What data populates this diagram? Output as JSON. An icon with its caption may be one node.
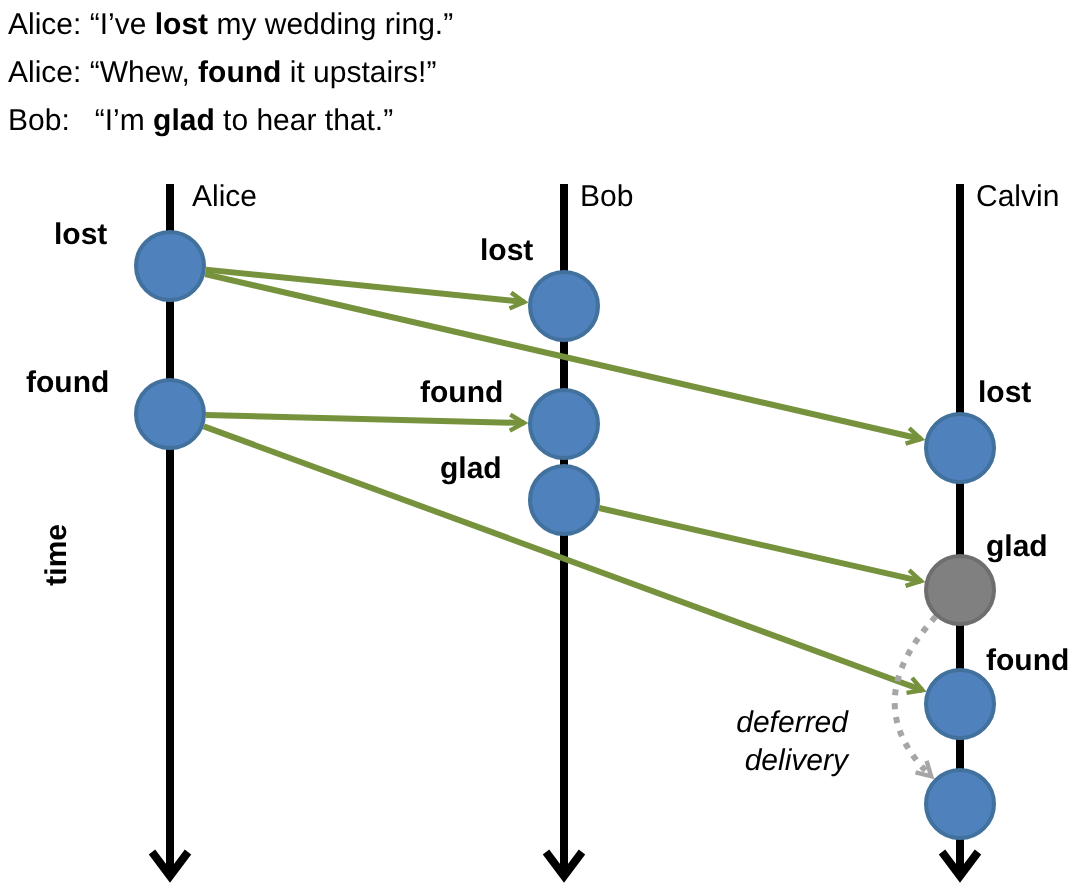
{
  "diagram": {
    "nodes": [
      {
        "text": [],
        "shape": "circle",
        "beside": [
          "lost"
        ]
      },
      {
        "text": [],
        "shape": "circle",
        "beside": [
          "found"
        ]
      },
      {
        "text": [],
        "shape": "circle",
        "beside": [
          "lost"
        ]
      },
      {
        "text": [],
        "shape": "circle",
        "beside": [
          "found"
        ]
      },
      {
        "text": [],
        "shape": "circle",
        "beside": [
          "glad"
        ]
      },
      {
        "text": [],
        "shape": "circle",
        "beside": [
          "lost"
        ]
      },
      {
        "text": [],
        "shape": "circle",
        "beside": [
          "glad"
        ]
      },
      {
        "text": [],
        "shape": "circle",
        "beside": [
          "found"
        ]
      },
      {
        "text": [],
        "shape": "circle"
      }
    ],
    "edges": [
      {
        "from": 0,
        "to": 2,
        "arrow": "to"
      },
      {
        "from": 0,
        "to": 5,
        "arrow": "to"
      },
      {
        "from": 1,
        "to": 3,
        "arrow": "to"
      },
      {
        "from": 1,
        "to": 7,
        "arrow": "to"
      },
      {
        "from": 4,
        "to": 6,
        "arrow": "to"
      },
      {
        "from": 6,
        "to": 8,
        "arrow": "to",
        "label": "deferred delivery",
        "style": "dashed",
        "color": "#a6a6a6"
      }
    ],
    "labels": [
      "Alice: “I’ve **lost** my wedding ring.”",
      "Alice: “Whew, **found** it upstairs!”",
      "Bob:   “I’m **glad** to hear that.”",
      "Alice",
      "Bob",
      "Calvin",
      "time"
    ]
  }
}
